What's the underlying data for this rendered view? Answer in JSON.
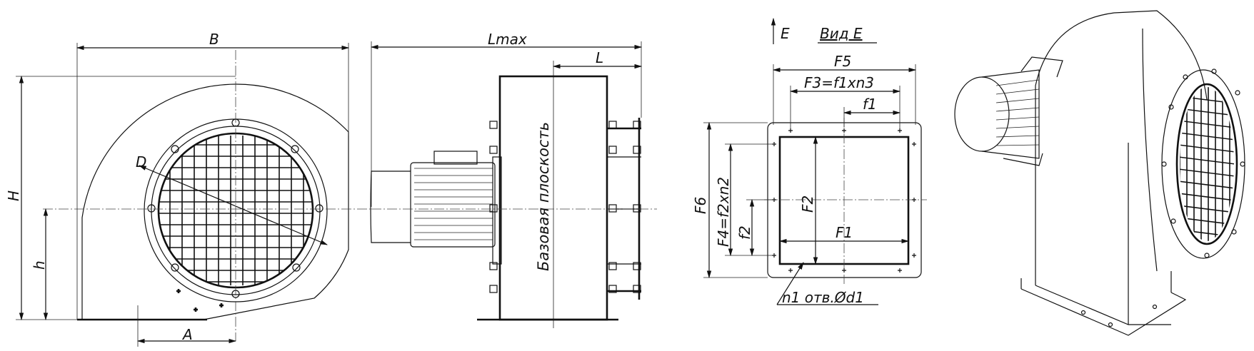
{
  "front_view": {
    "dim_B": "B",
    "dim_H": "H",
    "dim_h": "h",
    "dim_A": "A",
    "dim_D": "D"
  },
  "side_view": {
    "dim_Lmax": "Lmax",
    "dim_L": "L",
    "base_plane_label": "Базовая плоскость"
  },
  "flange_view": {
    "view_arrow_label": "E",
    "view_title": "Вид Е",
    "dim_F5": "F5",
    "dim_F3": "F3=f1xn3",
    "dim_f1": "f1",
    "dim_F6": "F6",
    "dim_F4": "F4=f2xn2",
    "dim_f2": "f2",
    "dim_F2": "F2",
    "dim_F1": "F1",
    "holes_note": "n1 отв.Ød1"
  },
  "isometric_view": {}
}
